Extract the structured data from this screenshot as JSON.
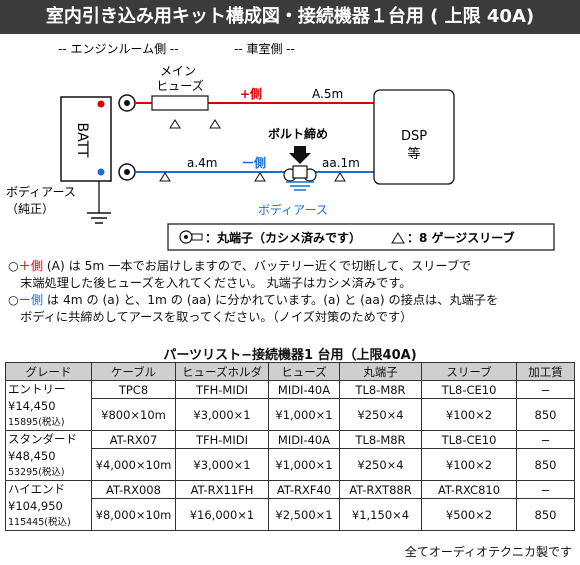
{
  "header": {
    "title": "室内引き込み用キット構成図・接続機器１台用 ( 上限 40A)"
  },
  "diagram": {
    "engine_room_label": "-- エンジンルーム側 --",
    "cabin_label": "-- 車室側 --",
    "batt_label": "BATT",
    "plus_mark": "+",
    "minus_mark": "-",
    "main_fuse_label_1": "メイン",
    "main_fuse_label_2": "ヒューズ",
    "plus_side_label": "+側",
    "plus_length": "A.5m",
    "minus_side_label": "ー側",
    "minus_length_a": "a.4m",
    "minus_length_aa": "aa.1m",
    "bolt_label": "ボルト締め",
    "body_ground_blue": "ボディアース",
    "body_ground_1": "ボディアース",
    "body_ground_2": "（純正）",
    "dsp_label_1": "DSP",
    "dsp_label_2": "等",
    "legend_terminal": "：丸端子（カシメ済みです）",
    "legend_sleeve": "：8 ゲージスリーブ"
  },
  "colors": {
    "plus_wire": "#d90000",
    "minus_wire": "#1a6fd1",
    "header_bg": "#3b3b3b",
    "table_header_bg": "#cfcfcf"
  },
  "notes": {
    "plus_marker": "○",
    "plus_label": "＋側",
    "plus_text_1": " (A) は 5m 一本でお届けしますので、バッテリー近くで切断して、スリーブで",
    "plus_text_2": "　末端処理した後ヒューズを入れてください。 丸端子はカシメ済みです。",
    "minus_marker": "○",
    "minus_label": "ー側",
    "minus_text_1": "は 4m の (a) と、1m の (aa) に分かれています。(a) と (aa) の接点は、丸端子を",
    "minus_text_2": "　ボディに共締めしてアースを取ってください。（ノイズ対策のためです）"
  },
  "parts": {
    "title": "パーツリスト−接続機器1 台用（上限40A)",
    "headers": [
      "グレード",
      "ケーブル",
      "ヒューズホルダ",
      "ヒューズ",
      "丸端子",
      "スリーブ",
      "加工賃"
    ],
    "rows": [
      {
        "grade": "エントリー",
        "price": "¥14,450",
        "tax": "15895(税込)",
        "models": [
          "TPC8",
          "TFH-MIDI",
          "MIDI-40A",
          "TL8-M8R",
          "TL8-CE10",
          "−"
        ],
        "qty": [
          "¥800×10m",
          "¥3,000×1",
          "¥1,000×1",
          "¥250×4",
          "¥100×2",
          "850"
        ]
      },
      {
        "grade": "スタンダード",
        "price": "¥48,450",
        "tax": "53295(税込)",
        "models": [
          "AT-RX07",
          "TFH-MIDI",
          "MIDI-40A",
          "TL8-M8R",
          "TL8-CE10",
          "−"
        ],
        "qty": [
          "¥4,000×10m",
          "¥3,000×1",
          "¥1,000×1",
          "¥250×4",
          "¥100×2",
          "850"
        ]
      },
      {
        "grade": "ハイエンド",
        "price": "¥104,950",
        "tax": "115445(税込)",
        "models": [
          "AT-RX008",
          "AT-RX11FH",
          "AT-RXF40",
          "AT-RXT88R",
          "AT-RXC810",
          "−"
        ],
        "qty": [
          "¥8,000×10m",
          "¥16,000×1",
          "¥2,500×1",
          "¥1,150×4",
          "¥500×2",
          "850"
        ]
      }
    ]
  },
  "footer": {
    "note": "全てオーディオテクニカ製です"
  }
}
